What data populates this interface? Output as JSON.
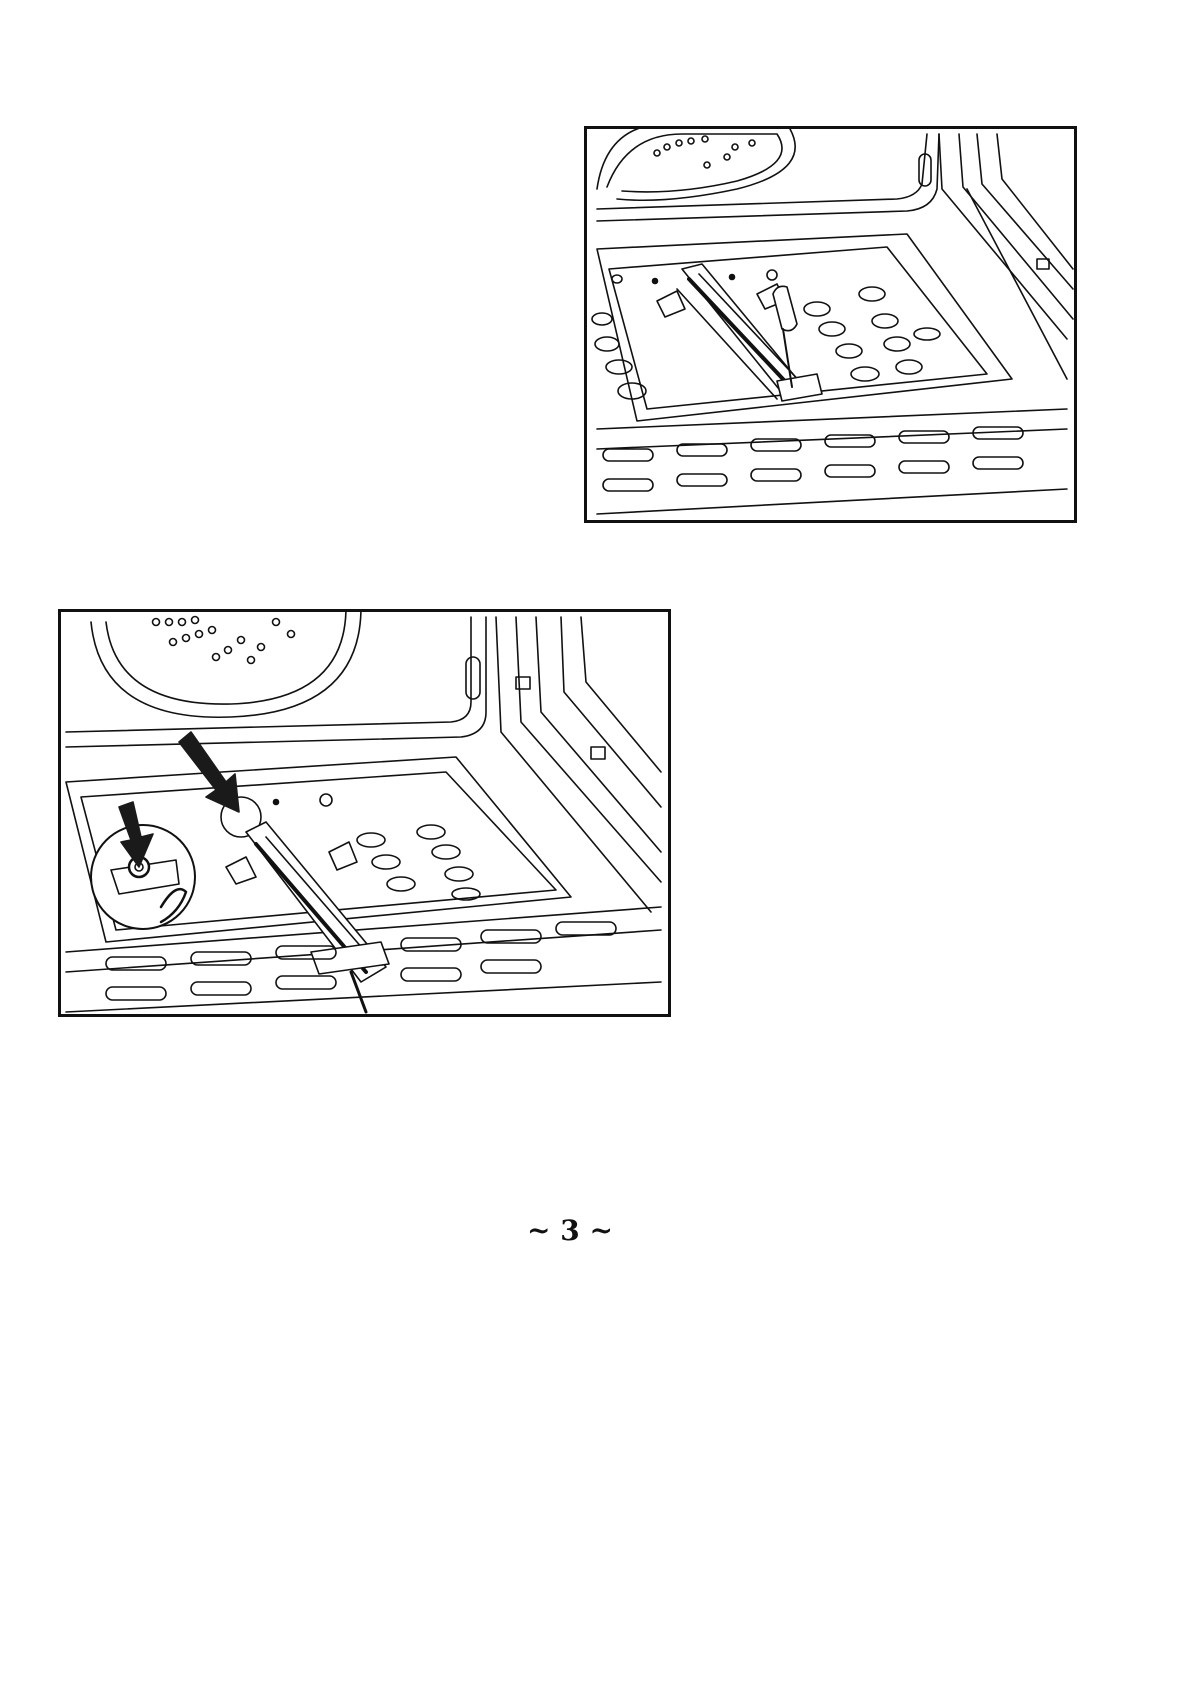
{
  "page": {
    "number": "~ 3 ~"
  },
  "figures": [
    {
      "subject": "oven-cavity-heating-element-screwdriver"
    },
    {
      "subject": "oven-cavity-heating-element-fixing-points"
    }
  ],
  "colors": {
    "line": "#111111",
    "background": "#ffffff",
    "arrow": "#1a1a1a"
  }
}
